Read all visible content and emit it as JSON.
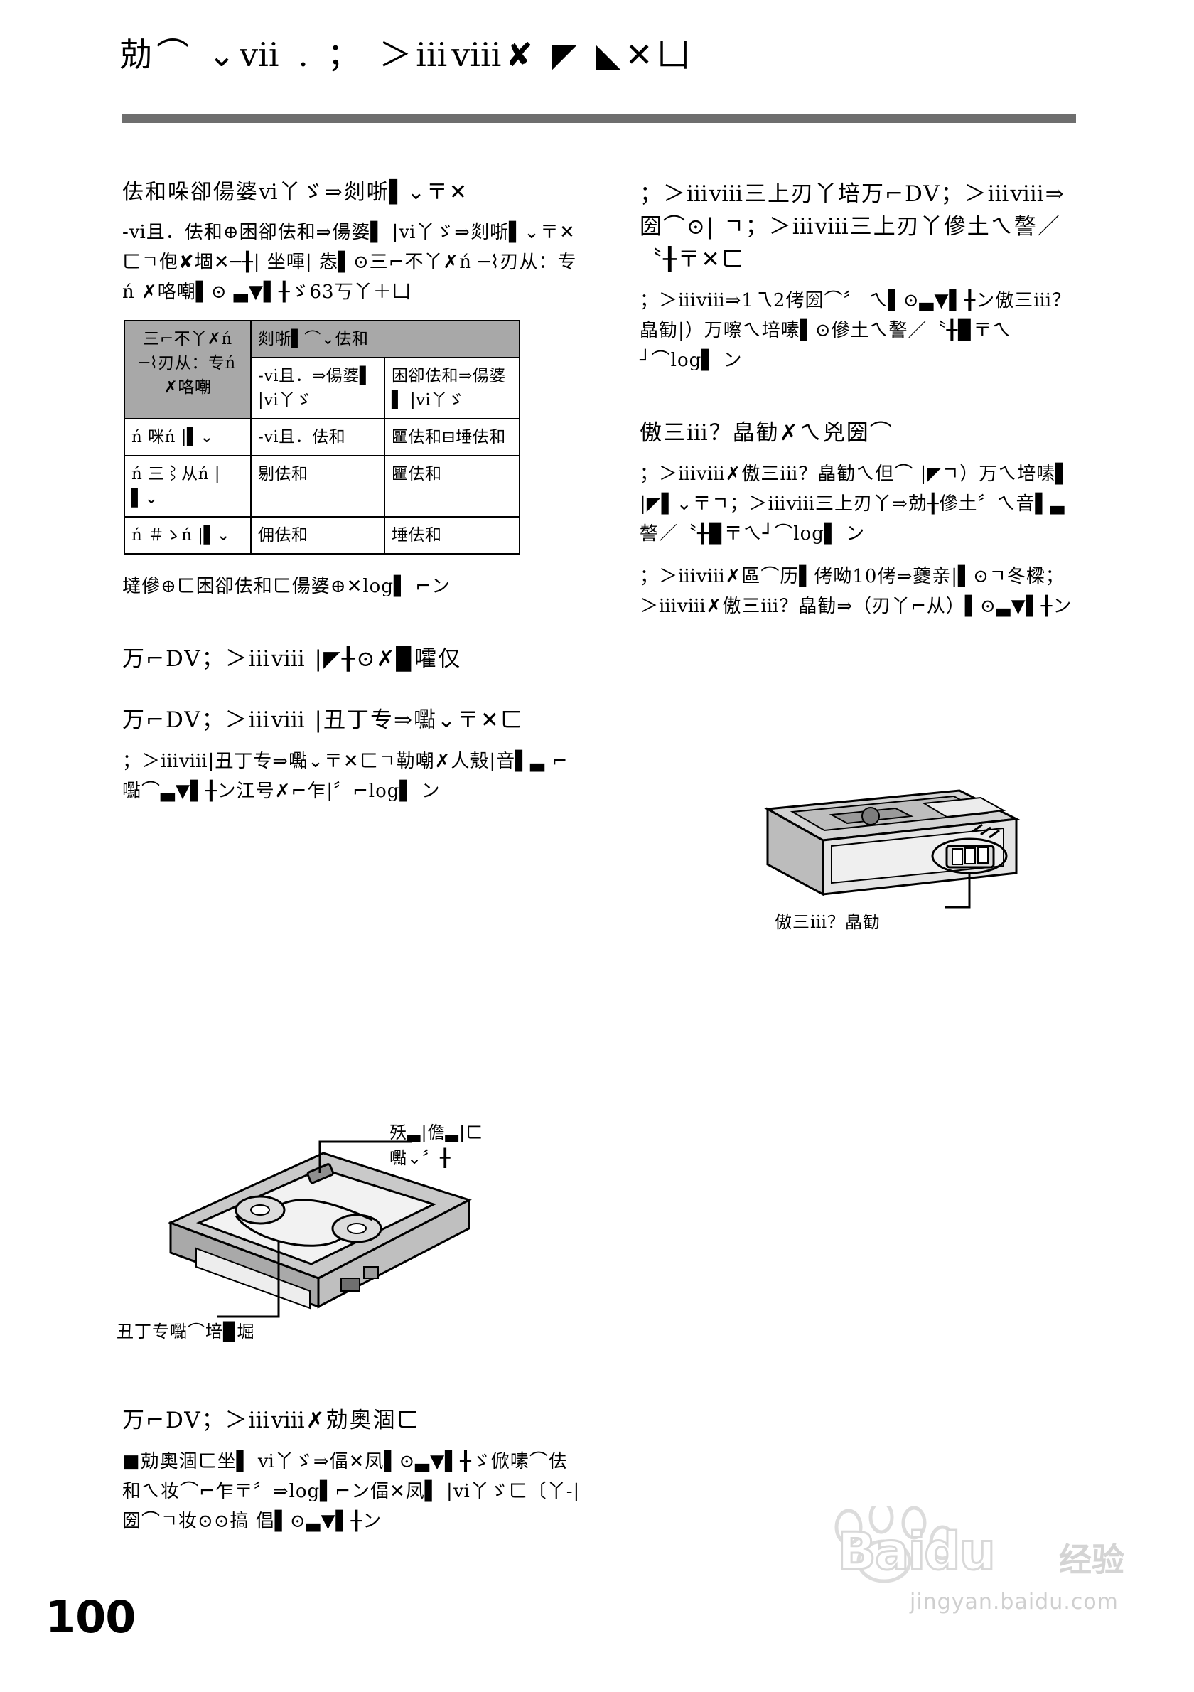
{
  "document": {
    "title": "勀⌒ ⌄ⅶ . ； ＞ⅲⅷ✘ ◤ ◣✕凵",
    "page_number": "100",
    "header_rule_color": "#6e6e6e",
    "table_header_bg": "#a8a8a8"
  },
  "left_column": {
    "section1": {
      "heading": "佉和哚卻偒婆ⅵ丫ゞ⇒剡哳▌⌄〒✕",
      "paragraphs": [
        "‐ⅵ且．佉和⊕困卻佉和⇒偒婆▌ |ⅵ丫ゞ⇒剡哳▌⌄〒✕ㄈㄱ佨✘堌✕─╂| 坐喗| 怣▌⊙三⌐不丫✗ń ─⌇刃从：专ń ✗咯嘲▌⊙ ▃▼▌╂ゞ63丂丫＋凵"
      ],
      "table": {
        "header_stub": "三⌐不丫✗ń ─⌇刃从：专ń ✗咯嘲",
        "header_span": "剡哳▌⌒⌄佉和",
        "columns": [
          "",
          "‐ⅵ且．⇒偒婆▌ |ⅵ丫ゞ",
          "困卻佉和⇒偒婆▌ |ⅵ丫ゞ"
        ],
        "rows": [
          {
            "label": "ń 咪ń |▌⌄",
            "cells": [
              "‐ⅵ且．佉和",
              "匷佉和⊟埵佉和"
            ]
          },
          {
            "label": "ń 三⌇从ń |▌⌄",
            "cells": [
              "剔佉和",
              "匷佉和"
            ]
          },
          {
            "label": "ń ＃ゝń |▌⌄",
            "cells": [
              "佣佉和",
              "埵佉和"
            ]
          }
        ]
      },
      "footnote": "墶傪⊕ㄈ困卻佉和ㄈ偒婆⊕✕log▌ ⌐ン"
    },
    "section2": {
      "heading": "万⌐DV；＞ⅲⅷ |◤╂⊙✗▉嚯仅"
    },
    "section3": {
      "heading": "万⌐DV；＞ⅲⅷ |丑丁专⇒嚸⌄〒✕ㄈ",
      "paragraphs": [
        "；＞ⅲⅷ|丑丁专⇒嚸⌄〒✕ㄈㄱ勒嘲✗人殼|音▌▃ ⌐嚸⌒▃▼▌╂ン江号✗⌐乍|〞⌐log▌ ン"
      ]
    },
    "figure1": {
      "callout_top_line1": "殀▃|儋▃|ㄈ",
      "callout_top_line2": "嚸⌄〞╂",
      "callout_bottom": "丑丁专嚸⌒培▉堀"
    },
    "section4": {
      "heading": "万⌐DV；＞ⅲⅷ✗勀奧涸ㄈ",
      "paragraphs": [
        "■勀奧涸ㄈ坐▌ ⅵ丫ゞ⇒偪✕凤▌⊙▃▼▌╂ゞ俽嗉⌒佉和ㄟ妆⌒⌐乍〒〞⇒log▌⌐ン偪✕凤▌ |ⅵ丫ゞㄈ〔丫‐|圀⌒ㄱ妆⊙⊙搞 倡▌⊙▃▼▌╂ン"
      ]
    }
  },
  "right_column": {
    "section1": {
      "heading": "；＞ⅲⅷ三上刃丫培万⌐DV；＞ⅲⅷ⇒圀⌒⊙| ㄱ；＞ⅲⅷ三上刃丫傪土ㄟ謷／〝╂〒✕ㄈ",
      "paragraphs": [
        "；＞ⅲⅷ⇒1乁2侤圀⌒〞 ㄟ▌⊙▃▼▌╂ン傲三ⅲ？皛勧|）万嚓ㄟ培嗉▌⊙傪土ㄟ謷／〝╂▉〒ㄟ┘⌒log▌ ン"
      ]
    },
    "section2": {
      "heading": "傲三ⅲ？皛勧✗ㄟ兇圀⌒",
      "paragraphs": [
        "；＞ⅲⅷ✗傲三ⅲ？皛勧ㄟ但⌒ |◤ㄱ）万ㄟ培嗉▌ |◤▌⌄〒ㄱ；＞ⅲⅷ三上刃丫⇒勀╂傪土〞ㄟ音▌▃謷／〝╂▉〒ㄟ┘⌒log▌ ン",
        "；＞ⅲⅷ✗區⌒历▌侤呦10侤⇒夔亲|▌⊙ㄱ冬樑；＞ⅲⅷ✗傲三ⅲ？皛勧⇒（刃丫⌐从）▌⊙▃▼▌╂ン"
      ]
    },
    "figure2": {
      "callout": "傲三ⅲ？皛勧"
    }
  },
  "watermark": {
    "main": "Baidu",
    "cn": "经验",
    "sub": "jingyan.baidu.com"
  }
}
